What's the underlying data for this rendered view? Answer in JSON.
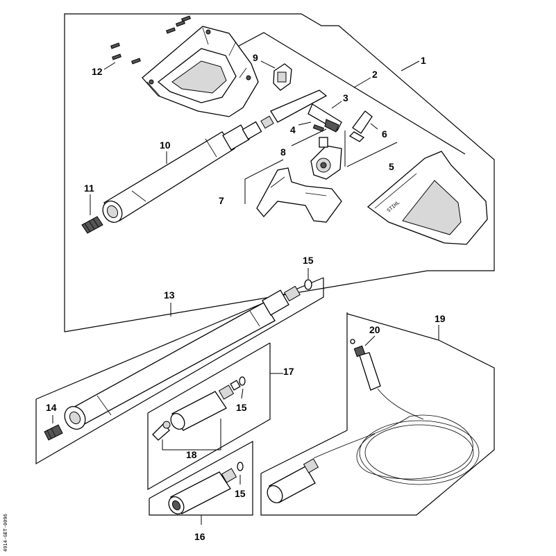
{
  "drawing_code": "4914-GET-0096",
  "callouts": {
    "c1": "1",
    "c2": "2",
    "c3": "3",
    "c4": "4",
    "c5": "5",
    "c6": "6",
    "c7": "7",
    "c8": "8",
    "c9": "9",
    "c10": "10",
    "c11": "11",
    "c12": "12",
    "c13": "13",
    "c14": "14",
    "c15a": "15",
    "c15b": "15",
    "c15c": "15",
    "c16": "16",
    "c17": "17",
    "c18": "18",
    "c19": "19",
    "c20": "20"
  },
  "colors": {
    "ink": "#000000",
    "shade": "#555555",
    "paper": "#ffffff"
  }
}
